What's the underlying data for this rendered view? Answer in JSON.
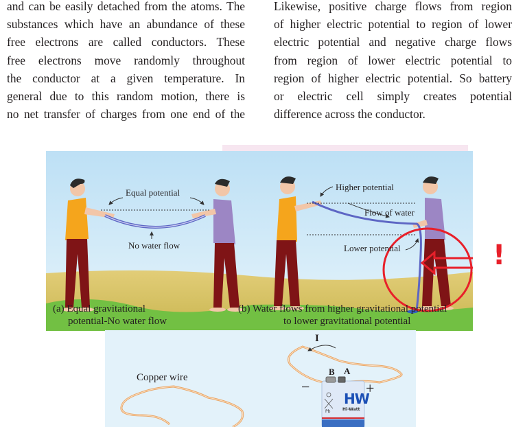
{
  "text": {
    "left_column": [
      "and can be easily detached from the atoms. The",
      "substances which have an abundance of these",
      "free electrons are called conductors. These",
      "free electrons move randomly throughout",
      "the conductor at a given temperature. In",
      "general due to this random motion, there is",
      "no net transfer of charges from one end of the"
    ],
    "right_column": [
      "Likewise, positive charge flows from region",
      "of higher electric potential to region of lower",
      "electric potential and negative charge flows",
      "from region of lower electric potential to",
      "region of higher electric potential. So battery",
      "or electric cell simply creates potential",
      "difference across the conductor."
    ]
  },
  "figure_a": {
    "label_top": "Equal potential",
    "label_bottom": "No water flow",
    "caption_line1": "(a) Equal gravitational",
    "caption_line2": "potential-No water flow"
  },
  "figure_b": {
    "label_higher": "Higher potential",
    "label_flow": "Flow of water",
    "label_lower": "Lower potential",
    "caption_line1": "(b) Water flows from higher gravitational potential",
    "caption_line2": "to lower gravitational potential"
  },
  "annotation": {
    "mark": "!",
    "color": "#e8202a"
  },
  "figure_circuit": {
    "wire_label": "Copper wire",
    "current_label": "I",
    "terminal_b": "B",
    "terminal_a": "A",
    "minus_sign": "−",
    "plus_sign": "+",
    "battery_brand": "HW",
    "battery_subtext": "Hi-Watt",
    "battery_pb": "Pb"
  },
  "colors": {
    "sky": "#c0e0f4",
    "ground": "#d9c36a",
    "grass": "#6cbf3f",
    "shirt_left": "#f5a51c",
    "shirt_right": "#9c86c4",
    "trousers": "#7f1416",
    "pipe": "#6a73c9",
    "copper": "#e9a86a"
  }
}
